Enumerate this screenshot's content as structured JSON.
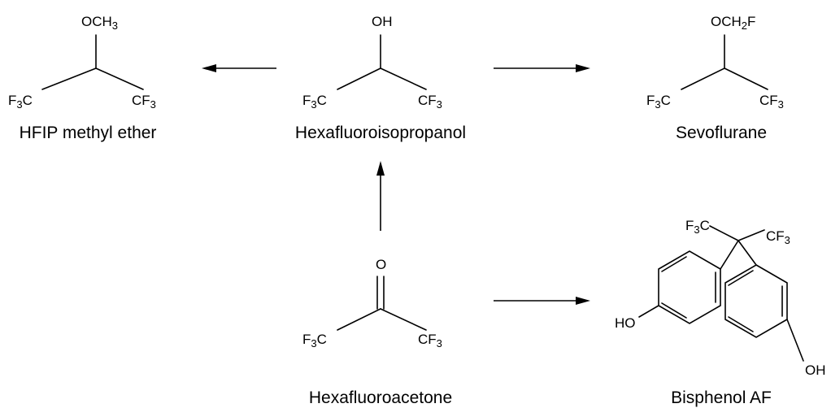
{
  "compounds": {
    "hfip_methyl_ether": {
      "name": "HFIP methyl ether",
      "top_group": {
        "main": "OCH",
        "sub": "3"
      },
      "left_group": {
        "pre": "F",
        "sub": "3",
        "post": "C"
      },
      "right_group": {
        "pre": "CF",
        "sub": "3"
      }
    },
    "hexafluoroisopropanol": {
      "name": "Hexafluoroisopropanol",
      "top_group": "OH",
      "left_group": {
        "pre": "F",
        "sub": "3",
        "post": "C"
      },
      "right_group": {
        "pre": "CF",
        "sub": "3"
      }
    },
    "sevoflurane": {
      "name": "Sevoflurane",
      "top_group": {
        "pre": "OCH",
        "sub": "2",
        "post": "F"
      },
      "left_group": {
        "pre": "F",
        "sub": "3",
        "post": "C"
      },
      "right_group": {
        "pre": "CF",
        "sub": "3"
      }
    },
    "hexafluoroacetone": {
      "name": "Hexafluoroacetone",
      "top_group": "O",
      "left_group": {
        "pre": "F",
        "sub": "3",
        "post": "C"
      },
      "right_group": {
        "pre": "CF",
        "sub": "3"
      }
    },
    "bisphenol_af": {
      "name": "Bisphenol AF",
      "top_left_group": {
        "pre": "F",
        "sub": "3",
        "post": "C"
      },
      "top_right_group": {
        "pre": "CF",
        "sub": "3"
      },
      "left_hydroxyl": "HO",
      "right_hydroxyl": "OH"
    }
  },
  "colors": {
    "ink": "#000000",
    "background": "#ffffff"
  }
}
